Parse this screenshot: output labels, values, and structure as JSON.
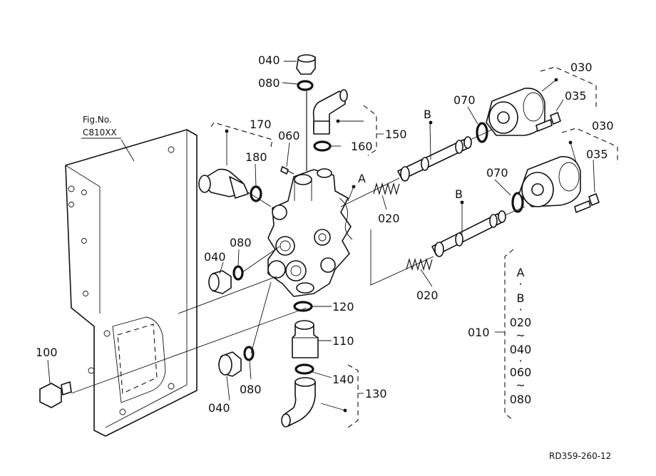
{
  "figure": {
    "ref_label": "Fig.No.",
    "ref_code": "C810XX",
    "drawing_id": "RD359-260-12"
  },
  "callouts": {
    "p040_top": "040",
    "p080_top": "080",
    "p060": "060",
    "p170": "170",
    "p180": "180",
    "p150": "150",
    "p160": "160",
    "p040_left": "040",
    "p080_left": "080",
    "p100": "100",
    "p040_bottom": "040",
    "p080_bottom": "080",
    "p120": "120",
    "p110": "110",
    "p140": "140",
    "p130": "130",
    "p020_upper": "020",
    "p020_lower": "020",
    "p070_upper": "070",
    "p070_lower": "070",
    "p030_upper": "030",
    "p030_lower": "030",
    "p035_upper": "035",
    "p035_lower": "035",
    "ref_A": "A",
    "ref_B_upper": "B",
    "ref_B_lower": "B"
  },
  "assembly_list": {
    "label": "010",
    "items": [
      "A",
      "·",
      "B",
      "·",
      "020",
      "~",
      "040",
      "·",
      "060",
      "~",
      "080"
    ]
  }
}
